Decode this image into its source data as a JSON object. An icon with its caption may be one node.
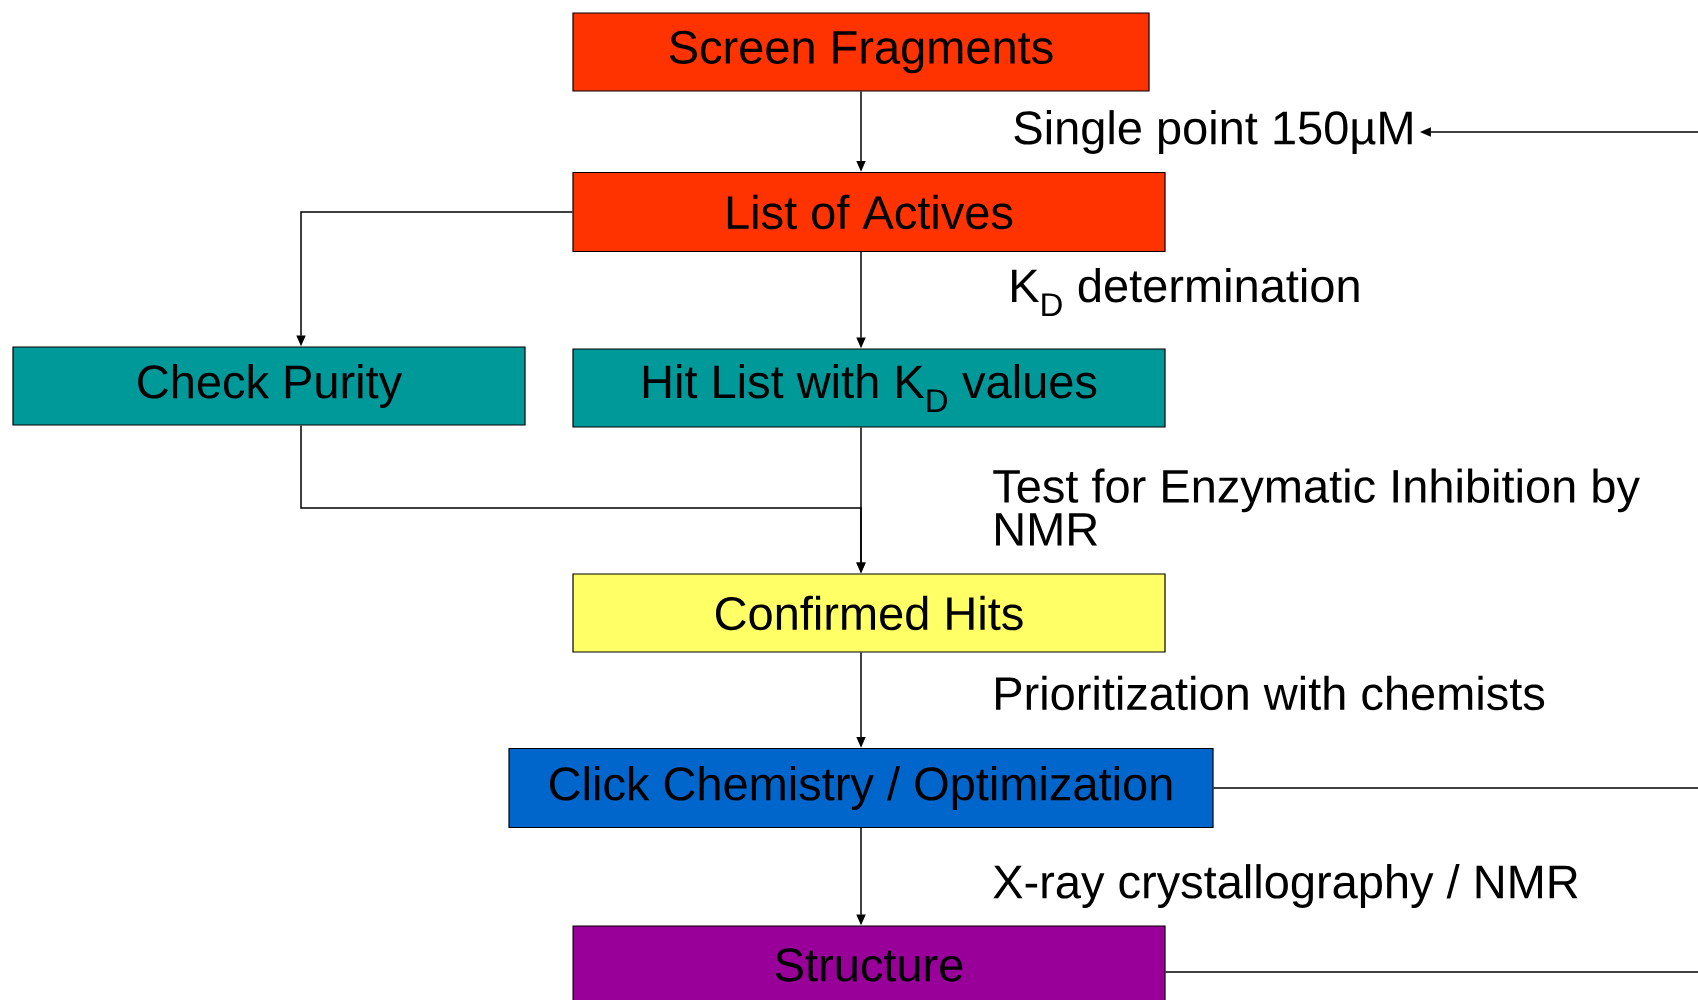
{
  "diagram": {
    "nodes": [
      {
        "text": [
          "Screen Fragments"
        ]
      },
      {
        "text": [
          "Single point 150µM"
        ]
      },
      {
        "text": [
          "List of Actives"
        ]
      },
      {
        "text": [
          "Check Purity"
        ]
      },
      {
        "text": [
          "Hit List with K$_{D}$ values"
        ]
      },
      {
        "text": [
          "Confirmed Hits"
        ]
      },
      {
        "text": [
          "Click Chemistry / Optimization"
        ]
      },
      {
        "text": [
          "Structure"
        ]
      }
    ],
    "edges": [
      {
        "from": 0,
        "to": 2,
        "arrow": "to"
      },
      {
        "from": 2,
        "to": 3,
        "arrow": "to"
      },
      {
        "from": 2,
        "to": 4,
        "arrow": "to",
        "label": "K$_{D}$ determination"
      },
      {
        "from": 4,
        "to": 5,
        "arrow": "to",
        "label": "Test for Enzymatic Inhibition by NMR"
      },
      {
        "from": 3,
        "to": 5,
        "arrow": "to"
      },
      {
        "from": 5,
        "to": 6,
        "arrow": "to",
        "label": "Prioritization with chemists"
      },
      {
        "from": 6,
        "to": 7,
        "arrow": "to",
        "label": "X-ray crystallography / NMR"
      },
      {
        "from": 6,
        "to": null,
        "arrow": "none"
      },
      {
        "from": 7,
        "to": null,
        "arrow": "none"
      },
      {
        "from": null,
        "to": 1,
        "arrow": "to"
      }
    ]
  }
}
